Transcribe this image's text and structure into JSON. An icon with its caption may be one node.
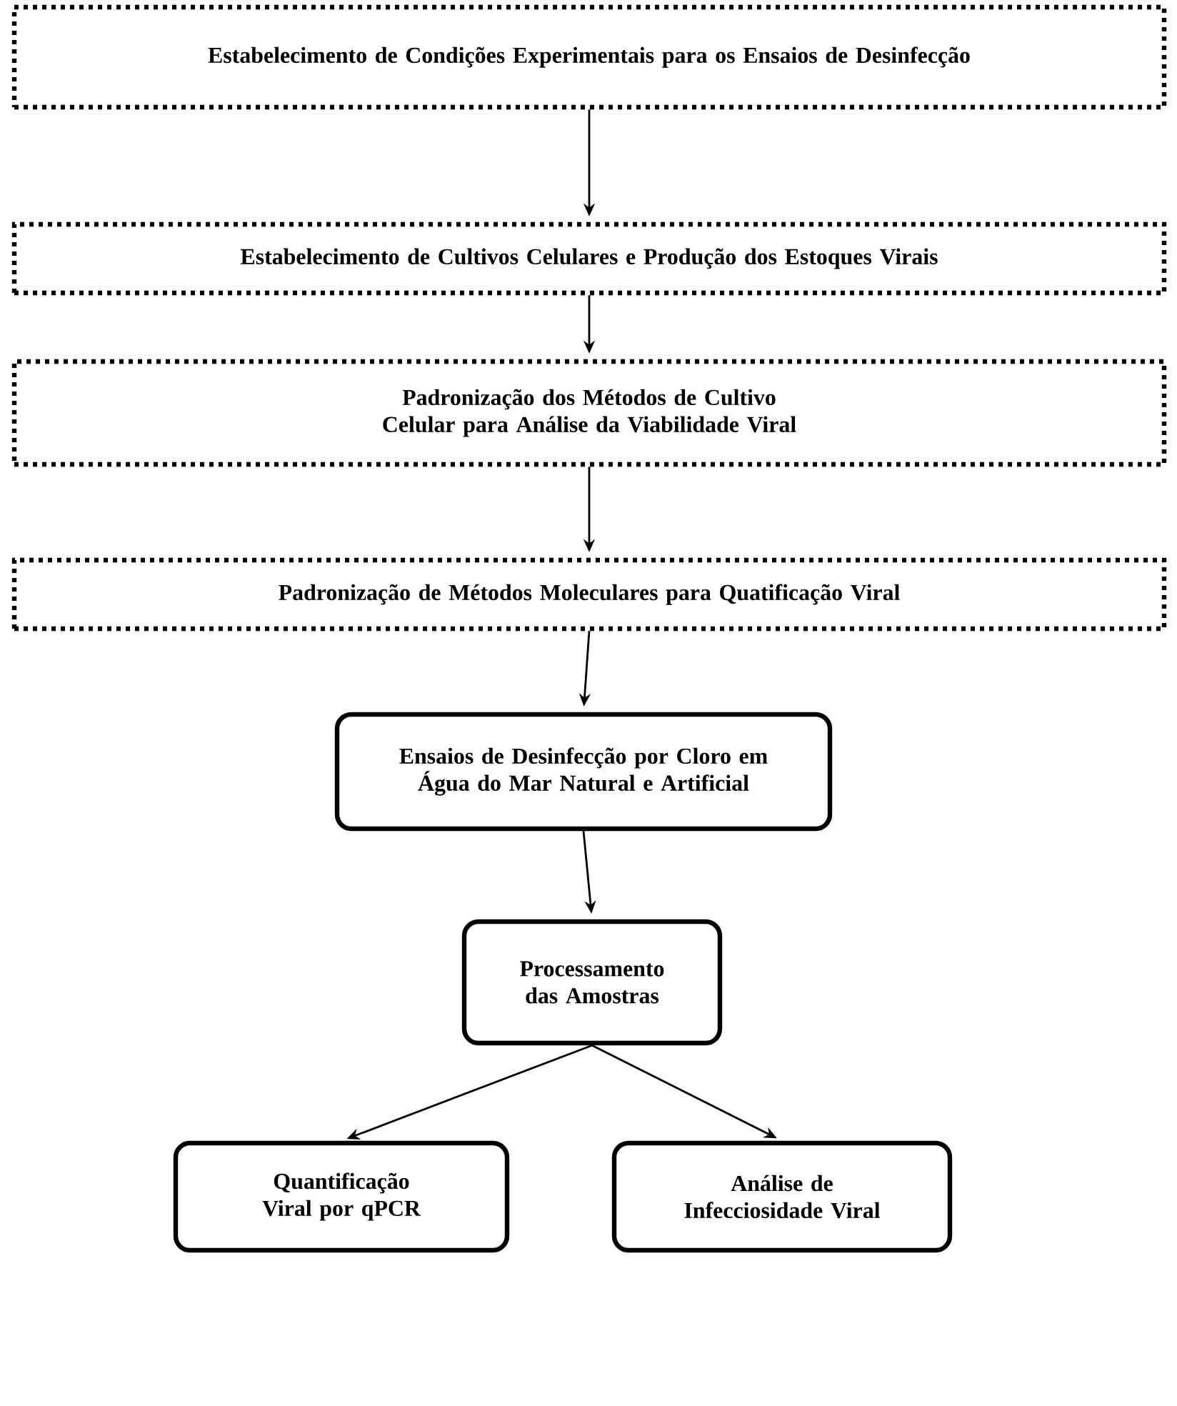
{
  "diagram": {
    "nodes": [
      {
        "text": [
          "Estabelecimento de Condições Experimentais para os Ensaios de Desinfecção"
        ]
      },
      {
        "text": [
          "Estabelecimento de Cultivos Celulares e Produção dos Estoques Virais"
        ]
      },
      {
        "text": [
          "Padronização dos Métodos de Cultivo Celular para Análise da Viabilidade Viral"
        ]
      },
      {
        "text": [
          "Padronização de Métodos Moleculares para Quatificação Viral"
        ]
      },
      {
        "text": [
          "Ensaios de Desinfecção por Cloro em Água do Mar Natural e Artificial"
        ]
      },
      {
        "text": [
          "Processamento das Amostras"
        ]
      },
      {
        "text": [
          "Quantificação Viral por qPCR"
        ]
      },
      {
        "text": [
          "Análise de Infecciosidade Viral"
        ]
      }
    ],
    "edges": [
      {
        "from": 0,
        "to": 1,
        "arrow": "to"
      },
      {
        "from": 1,
        "to": 2,
        "arrow": "to"
      },
      {
        "from": 2,
        "to": 3,
        "arrow": "to"
      },
      {
        "from": 3,
        "to": 4,
        "arrow": "to"
      },
      {
        "from": 4,
        "to": 5,
        "arrow": "to"
      },
      {
        "from": 5,
        "to": 6,
        "arrow": "to"
      },
      {
        "from": 5,
        "to": 7,
        "arrow": "to"
      }
    ]
  }
}
